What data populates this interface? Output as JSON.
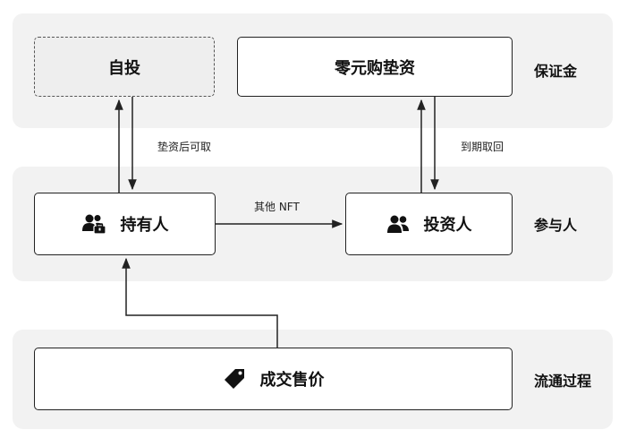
{
  "bands": {
    "margin": "保证金",
    "participants": "参与人",
    "flow": "流通过程"
  },
  "nodes": {
    "self_invest": "自投",
    "zero_purchase": "零元购垫资",
    "holder": "持有人",
    "investor": "投资人",
    "sale_price": "成交售价"
  },
  "edges": {
    "advance_withdraw": "垫资后可取",
    "expiry_withdraw": "到期取回",
    "other_nft": "其他 NFT"
  },
  "icons": {
    "holder": "user-group-badge-icon",
    "investor": "user-group-icon",
    "sale_price": "price-tag-icon"
  },
  "colors": {
    "band_bg": "#f2f2f2",
    "dashed_node_bg": "#eeeeee",
    "line": "#222222"
  }
}
